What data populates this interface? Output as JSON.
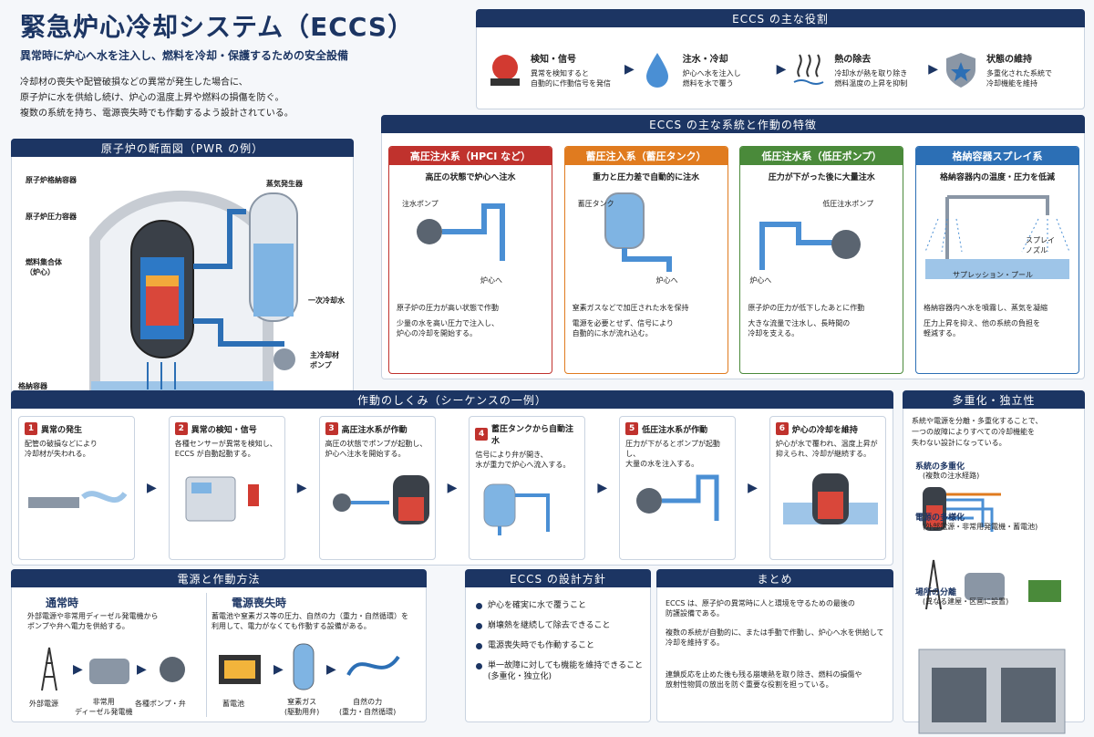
{
  "title": "緊急炉心冷却システム（ECCS）",
  "subtitle": "異常時に炉心へ水を注入し、燃料を冷却・保護するための安全設備",
  "intro": [
    "冷却材の喪失や配管破損などの異常が発生した場合に、",
    "原子炉に水を供給し続け、炉心の温度上昇や燃料の損傷を防ぐ。",
    "複数の系統を持ち、電源喪失時でも作動するよう設計されている。"
  ],
  "roles": {
    "header": "ECCS の主な役割",
    "items": [
      {
        "title": "検知・信号",
        "desc": "異常を検知すると\n自動的に作動信号を発信",
        "icon": "alarm-icon"
      },
      {
        "title": "注水・冷却",
        "desc": "炉心へ水を注入し\n燃料を水で覆う",
        "icon": "water-drop-icon"
      },
      {
        "title": "熱の除去",
        "desc": "冷却水が熱を取り除き\n燃料温度の上昇を抑制",
        "icon": "heat-icon"
      },
      {
        "title": "状態の維持",
        "desc": "多重化された系統で\n冷却機能を維持",
        "icon": "shield-icon"
      }
    ]
  },
  "reactor": {
    "header": "原子炉の断面図（PWR の例）",
    "labels": {
      "containment": "原子炉格納容器",
      "pressure_vessel": "原子炉圧力容器",
      "fuel": "燃料集合体\n（炉心）",
      "steam_gen": "蒸気発生器",
      "primary": "一次冷却水",
      "pump": "主冷却材\nポンプ",
      "pool": "格納容器\nサプレッション・プール\n(圧力抑制プール)"
    }
  },
  "systems": {
    "header": "ECCS の主な系統と作動の特徴",
    "items": [
      {
        "name": "高圧注水系（HPCI など）",
        "color": "#c0322d",
        "lead": "高圧の状態で炉心へ注水",
        "label1": "注水ポンプ",
        "label2": "炉心へ",
        "d1": "原子炉の圧力が高い状態で作動",
        "d2": "少量の水を高い圧力で注入し、\n炉心の冷却を開始する。"
      },
      {
        "name": "蓄圧注入系（蓄圧タンク）",
        "color": "#e07b1f",
        "lead": "重力と圧力差で自動的に注水",
        "label1": "蓄圧タンク",
        "label2": "炉心へ",
        "d1": "窒素ガスなどで加圧された水を保持",
        "d2": "電源を必要とせず、信号により\n自動的に水が流れ込む。"
      },
      {
        "name": "低圧注水系（低圧ポンプ）",
        "color": "#4a8a3a",
        "lead": "圧力が下がった後に大量注水",
        "label1": "低圧注水ポンプ",
        "label2": "炉心へ",
        "d1": "原子炉の圧力が低下したあとに作動",
        "d2": "大きな流量で注水し、長時間の\n冷却を支える。"
      },
      {
        "name": "格納容器スプレイ系",
        "color": "#2c6fb5",
        "lead": "格納容器内の温度・圧力を低減",
        "label1": "スプレイ\nノズル",
        "label2": "サプレッション・プール",
        "d1": "格納容器内へ水を噴霧し、蒸気を凝縮",
        "d2": "圧力上昇を抑え、他の系統の負担を\n軽減する。"
      }
    ]
  },
  "sequence": {
    "header": "作動のしくみ（シーケンスの一例）",
    "steps": [
      {
        "n": "1",
        "title": "異常の発生",
        "desc": "配管の破損などにより\n冷却材が失われる。"
      },
      {
        "n": "2",
        "title": "異常の検知・信号",
        "desc": "各種センサーが異常を検知し、\nECCS が自動起動する。"
      },
      {
        "n": "3",
        "title": "高圧注水系が作動",
        "desc": "高圧の状態でポンプが起動し、\n炉心へ注水を開始する。"
      },
      {
        "n": "4",
        "title": "蓄圧タンクから自動注水",
        "desc": "信号により弁が開き、\n水が重力で炉心へ流入する。"
      },
      {
        "n": "5",
        "title": "低圧注水系が作動",
        "desc": "圧力が下がるとポンプが起動し、\n大量の水を注入する。"
      },
      {
        "n": "6",
        "title": "炉心の冷却を維持",
        "desc": "炉心が水で覆われ、温度上昇が\n抑えられ、冷却が継続する。"
      }
    ]
  },
  "redundancy": {
    "header": "多重化・独立性",
    "intro": "系統や電源を分離・多重化することで、\n一つの故障によりすべての冷却機能を\n失わない設計になっている。",
    "items": [
      {
        "title": "系統の多重化",
        "sub": "(複数の注水経路)"
      },
      {
        "title": "電源の多様化",
        "sub": "(外部電源・非常用発電機・蓄電池)"
      },
      {
        "title": "場所の分離",
        "sub": "(異なる建屋・区画に設置)"
      }
    ]
  },
  "power": {
    "header": "電源と作動方法",
    "normal": {
      "title": "通常時",
      "desc": "外部電源や非常用ディーゼル発電機から\nポンプや弁へ電力を供給する。",
      "labels": [
        "外部電源",
        "非常用\nディーゼル発電機",
        "各種ポンプ・弁"
      ]
    },
    "loss": {
      "title": "電源喪失時",
      "desc": "蓄電池や窒素ガス等の圧力、自然の力（重力・自然循環）を\n利用して、電力がなくても作動する設備がある。",
      "labels": [
        "蓄電池",
        "窒素ガス\n(駆動用弁)",
        "自然の力\n(重力・自然循環)"
      ]
    }
  },
  "policy": {
    "header": "ECCS の設計方針",
    "items": [
      "炉心を確実に水で覆うこと",
      "崩壊熱を継続して除去できること",
      "電源喪失時でも作動すること",
      "単一故障に対しても機能を維持できること\n(多重化・独立化)"
    ]
  },
  "summary": {
    "header": "まとめ",
    "p1": "ECCS は、原子炉の異常時に人と環境を守るための最後の\n防護設備である。",
    "p2": "複数の系統が自動的に、または手動で作動し、炉心へ水を供給して\n冷却を維持する。",
    "p3": "連鎖反応を止めた後も残る崩壊熱を取り除き、燃料の損傷や\n放射性物質の放出を防ぐ重要な役割を担っている。"
  }
}
